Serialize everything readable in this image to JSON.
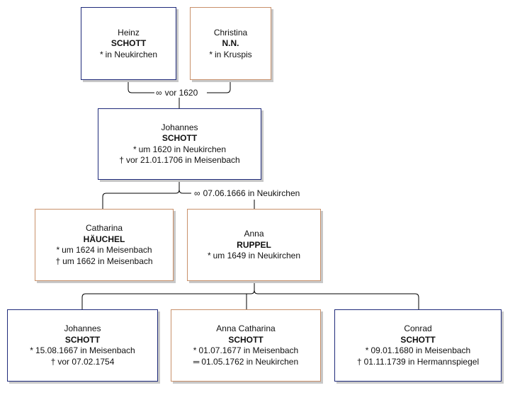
{
  "persons": {
    "heinz": {
      "given": "Heinz",
      "surname": "SCHOTT",
      "events": [
        {
          "symbol": "*",
          "text": "in Neukirchen"
        }
      ]
    },
    "christina": {
      "given": "Christina",
      "surname": "N.N.",
      "events": [
        {
          "symbol": "*",
          "text": "in Kruspis"
        }
      ]
    },
    "johannes1": {
      "given": "Johannes",
      "surname": "SCHOTT",
      "events": [
        {
          "symbol": "*",
          "text": "um 1620 in Neukirchen"
        },
        {
          "symbol": "†",
          "text": "vor 21.01.1706 in Meisenbach"
        }
      ]
    },
    "catharina": {
      "given": "Catharina",
      "surname": "HÄUCHEL",
      "events": [
        {
          "symbol": "*",
          "text": "um 1624 in Meisenbach"
        },
        {
          "symbol": "†",
          "text": "um 1662 in Meisenbach"
        }
      ]
    },
    "anna": {
      "given": "Anna",
      "surname": "RUPPEL",
      "events": [
        {
          "symbol": "*",
          "text": "um 1649 in Neukirchen"
        }
      ]
    },
    "johannes2": {
      "given": "Johannes",
      "surname": "SCHOTT",
      "events": [
        {
          "symbol": "*",
          "text": "15.08.1667 in Meisenbach"
        },
        {
          "symbol": "†",
          "text": "vor 07.02.1754"
        }
      ]
    },
    "annacatharina": {
      "given": "Anna Catharina",
      "surname": "SCHOTT",
      "events": [
        {
          "symbol": "*",
          "text": "01.07.1677 in Meisenbach"
        },
        {
          "symbol": "═",
          "text": "01.05.1762 in Neukirchen"
        }
      ]
    },
    "conrad": {
      "given": "Conrad",
      "surname": "SCHOTT",
      "events": [
        {
          "symbol": "*",
          "text": "09.01.1680 in Meisenbach"
        },
        {
          "symbol": "†",
          "text": "01.11.1739 in Hermannspiegel"
        }
      ]
    }
  },
  "marriages": {
    "m1": {
      "symbol": "∞",
      "text": "vor 1620"
    },
    "m2": {
      "symbol": "∞",
      "text": "07.06.1666 in Neukirchen"
    }
  },
  "colors": {
    "male_border": "#1f2a7a",
    "female_border": "#c8906a",
    "connector": "#000000",
    "shadow": "#c8c8c8"
  }
}
